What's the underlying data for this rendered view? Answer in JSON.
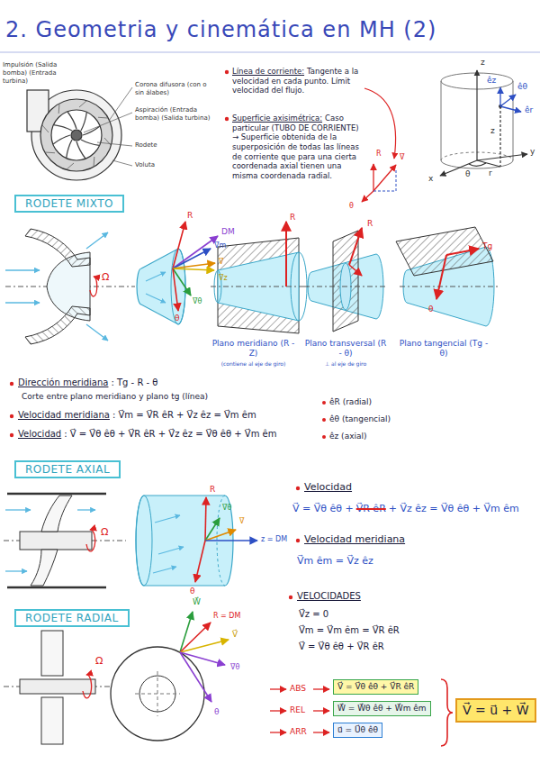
{
  "diagram": {
    "title": "2. Geometria y cinemática en MH (2)",
    "nodes": [
      {
        "text": [
          "RODETE MIXTO"
        ]
      },
      {
        "text": [
          "RODETE AXIAL"
        ]
      },
      {
        "text": [
          "RODETE RADIAL"
        ]
      },
      {
        "text": [
          "V⃗ = V⃗θ êθ + V⃗R êR"
        ]
      },
      {
        "text": [
          "W⃗ = W⃗θ êθ + W⃗m êm"
        ]
      },
      {
        "text": [
          "u⃗ = U⃗θ êθ"
        ]
      },
      {
        "text": [
          "V⃗ = u⃗ + W⃗"
        ]
      }
    ],
    "labels": [
      "Impulsión (Salida bomba) (Entrada turbina)",
      "Corona difusora (con o sin álabes)",
      "Aspiración (Entrada bomba) (Salida turbina)",
      "Rodete",
      "Voluta",
      "Línea de corriente:",
      "Tangente a la velocidad en cada punto. Límit velocidad del flujo.",
      "Superficie axisimétrica:",
      "Caso particular (TUBO DE CORRIENTE) → Superficie obtenida de la superposición de todas las líneas de corriente que para una cierta coordenada axial tienen una misma coordenada radial.",
      "R",
      "V⃗",
      "θ",
      "z",
      "y",
      "x",
      "êz",
      "êθ",
      "êr",
      "z",
      "r",
      "θ",
      "Ω",
      "R",
      "DM",
      "V⃗m",
      "V⃗",
      "V⃗z",
      "V⃗θ",
      "θ",
      "R",
      "Plano meridiano (R - Z)",
      "(contiene al eje de giro)",
      "R",
      "Plano transversal (R - θ)",
      "⊥ al eje de giro",
      "Tg",
      "θ",
      "Plano tangencial (Tg - θ)",
      "Dirección meridiana",
      ": Tg - R - θ",
      "Corte entre plano meridiano y plano tg (línea)",
      "Velocidad meridiana",
      ": V⃗m = V⃗R êR + V⃗z êz = V⃗m êm",
      "Velocidad",
      ": V⃗ = V⃗θ êθ + V⃗R êR + V⃗z êz = V⃗θ êθ + V⃗m êm",
      "êR (radial)",
      "êθ (tangencial)",
      "êz (axial)",
      "Ω",
      "R",
      "V⃗θ",
      "V⃗",
      "z = DM",
      "θ",
      "Velocidad",
      "V⃗ = V⃗θ êθ +",
      "V⃗R êR",
      "+ V⃗z êz = V⃗θ êθ + V⃗m êm",
      "Velocidad meridiana",
      "V⃗m êm = V⃗z êz",
      "Ω",
      "W⃗",
      "R = DM",
      "V⃗",
      "V⃗θ",
      "θ",
      "VELOCIDADES",
      "V⃗z = 0",
      "V⃗m = V⃗m êm = V⃗R êR",
      "V⃗ = V⃗θ êθ + V⃗R êR",
      "ABS",
      "REL",
      "ARR"
    ]
  }
}
